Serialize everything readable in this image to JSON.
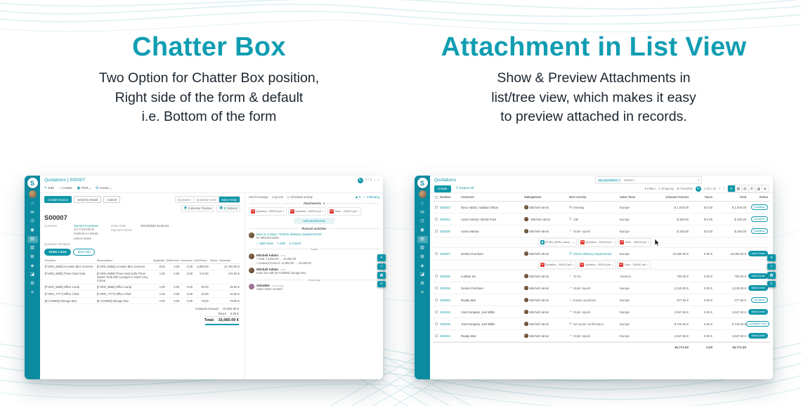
{
  "hero": {
    "left": {
      "title": "Chatter Box",
      "line1": "Two Option for Chatter Box position,",
      "line2": "Right side of the form & default",
      "line3": "i.e. Bottom of the form"
    },
    "right": {
      "title": "Attachment in List View",
      "line1": "Show & Preview Attachments in",
      "line2": "list/tree view, which makes it easy",
      "line3": "to preview attached in records."
    }
  },
  "sidebar": {
    "logo": "S",
    "icons": [
      "⌂",
      "✉",
      "◷",
      "◉",
      "▤",
      "▥",
      "⊞",
      "◈",
      "◪",
      "⚙",
      "≡"
    ]
  },
  "icons": {
    "sync": "↻",
    "prev": "‹",
    "next": "›",
    "edit": "✎",
    "plus": "+",
    "print": "▣",
    "gear": "⚙",
    "caret": "▾",
    "search": "⌕",
    "close": "×",
    "clock": "◷",
    "followers": "◉",
    "check": "✓",
    "export": "↥",
    "filter": "▾",
    "group_by": "≡",
    "star": "★",
    "list_view": "≡",
    "kanban_view": "▦",
    "calendar_view": "▤",
    "pivot_view": "⊞",
    "graph_view": "◪",
    "map_view": "◈",
    "pdf": "PDF",
    "image": "▣",
    "bullet": "•",
    "cancel": "⊘",
    "eye": "◉",
    "truck": "▣",
    "fab_star": "✦",
    "fab_search": "⌕",
    "fab_grid": "▦",
    "fab_menu": "≡"
  },
  "form_view": {
    "breadcrumb": "Quotations | S00007",
    "toolbar": {
      "edit": "Edit",
      "create": "Create",
      "print": "Print",
      "action": "Action",
      "pager": "1 / 1"
    },
    "header_buttons": {
      "create_invoice": "Create Invoice",
      "send_by_email": "Send by Email",
      "cancel": "Cancel"
    },
    "statusbar": {
      "s1": "Quotation",
      "s2": "Quotation Sent",
      "s3": "Sales Order"
    },
    "smart_buttons": {
      "preview": "Customer Preview",
      "count": "2",
      "delivery": "Delivery"
    },
    "record": {
      "name": "S00007",
      "customer_label": "Customer",
      "customer": "Gemini Furniture",
      "address1": "317 Fairchild Dr",
      "address2": "Fairfield CA 94535",
      "address3": "United States",
      "order_date_label": "Order Date",
      "order_date": "10/12/2022 11:00:23",
      "payment_terms_label": "Payment Terms",
      "template_label": "Quotation Template"
    },
    "tabs": {
      "t1": "Order Lines",
      "t2": "Misc Info"
    },
    "lines": {
      "headers": [
        "Product",
        "Description",
        "Quantity",
        "Delivered",
        "Invoiced",
        "Unit Price",
        "Taxes",
        "Subtotal"
      ],
      "rows": [
        {
          "p": "[FURN_6666] Acoustic Bloc Screens",
          "d": "[FURN_6666] Acoustic Bloc Screens",
          "q": "5.00",
          "dl": "0.00",
          "inv": "0.00",
          "up": "2,950.00",
          "tx": "",
          "st": "14,750.00 €"
        },
        {
          "p": "[FURN_8999] Three-Seat Sofa",
          "d": "[FURN_8999] Three-Seat Sofa Three Seater Sofa with Lounger in Steel Grey Colour",
          "q": "1.00",
          "dl": "0.00",
          "inv": "0.00",
          "up": "170.00",
          "tx": "",
          "st": "170.00 €"
        },
        {
          "p": "[FURN_8888] Office Lamp",
          "d": "[FURN_8888] Office Lamp",
          "q": "1.00",
          "dl": "0.00",
          "inv": "0.00",
          "up": "45.00",
          "tx": "",
          "st": "45.00 €"
        },
        {
          "p": "[FURN_7777] Office Chair",
          "d": "[FURN_7777] Office Chair",
          "q": "1.00",
          "dl": "0.00",
          "inv": "0.00",
          "up": "16.00",
          "tx": "",
          "st": "16.00 €"
        },
        {
          "p": "[E-COM08] Storage Box",
          "d": "[E-COM08] Storage Box",
          "q": "1.00",
          "dl": "0.00",
          "inv": "0.00",
          "up": "79.00",
          "tx": "",
          "st": "79.00 €"
        }
      ]
    },
    "totals": {
      "untaxed_label": "Untaxed Amount:",
      "untaxed": "15,060.00 €",
      "taxes_label": "Taxes:",
      "taxes": "0.00 €",
      "total_label": "Total:",
      "total": "15,060.00 €"
    }
  },
  "chatter": {
    "send_message": "Send message",
    "log_note": "Log note",
    "schedule_activity": "Schedule activity",
    "followers_count": "0",
    "following": "Following",
    "attachments_label": "Attachments",
    "attachments": [
      "Quotation - S00023.pdf",
      "Quotation - S00010.pdf",
      "Order - S00007.pdf"
    ],
    "add_attachments": "Add attachments",
    "planned_activities": "Planned activities",
    "activity": {
      "summary": "Due in 4 days: “Check delivery requirements”",
      "assignee": "for Mitchell Admin",
      "mark_done": "Mark Done",
      "edit": "Edit",
      "cancel": "Cancel"
    },
    "today": "Today",
    "messages": [
      {
        "author": "Mitchell Admin",
        "time": "- now",
        "line1": "Total: 14,950.00 → 15,060.00",
        "line2": "Untaxed Amount: 14,950.00 → 15,060.00"
      },
      {
        "author": "Mitchell Admin",
        "time": "- now",
        "line1": "Extra line with [E-COM08] Storage Box"
      }
    ],
    "yesterday": "Yesterday",
    "bot": {
      "author": "OdooBot",
      "time": "- yesterday",
      "line1": "Sales Order created"
    }
  },
  "list_view": {
    "breadcrumb": "Quotations",
    "search": {
      "facet": "My Quotations",
      "placeholder": "Search..."
    },
    "toolbar": {
      "create": "Create",
      "export_all": "Export All",
      "filters": "Filters",
      "group_by": "Group By",
      "favorites": "Favorites",
      "pager": "1-10 / 10"
    },
    "headers": {
      "number": "Number",
      "customer": "Customer",
      "salesperson": "Salesperson",
      "activity": "Next Activity",
      "team": "Sales Team",
      "untaxed": "Untaxed Amount",
      "taxes": "Taxes",
      "total": "Total",
      "status": "Status"
    },
    "rows": [
      {
        "num": "S00023",
        "cust": "Deco Addict, Addison Olson",
        "sp": "Mitchell Admin",
        "aicon": "▤",
        "act": "Meeting",
        "team": "Europe",
        "unt": "$ 1,878.00",
        "tax": "$ 0.00",
        "tot": "$ 1,878.00",
        "status": "Quotation"
      },
      {
        "num": "S00022",
        "cust": "Azure Interior, Nicole Ford",
        "sp": "Mitchell Admin",
        "aicon": "✆",
        "act": "Call",
        "team": "Europe",
        "unt": "$ 320.00",
        "tax": "$ 0.00",
        "tot": "$ 320.00",
        "status": "Quotation"
      },
      {
        "num": "S00025",
        "cust": "Azure Interior",
        "sp": "Mitchell Admin",
        "aicon": "↗",
        "act": "Order Upsell",
        "team": "Europe",
        "unt": "$ 346.00",
        "tax": "$ 0.00",
        "tot": "$ 346.00",
        "status": "Quotation"
      },
      {
        "num": "S00007",
        "cust": "Gemini Furniture",
        "sp": "Mitchell Admin",
        "aicon": "☑",
        "act": "Check delivery requirements",
        "team": "Europe",
        "unt": "15,060.00 €",
        "tax": "0.00 €",
        "tot": "15,060.00 €",
        "status": "Sales Order"
      },
      {
        "num": "S00006",
        "cust": "Lumber Inc",
        "sp": "Mitchell Admin",
        "aicon": "✓",
        "act": "To Do",
        "team": "America",
        "unt": "750.00 €",
        "tax": "0.00 €",
        "tot": "750.00 €",
        "status": "Sales Order"
      },
      {
        "num": "S00008",
        "cust": "Gemini Furniture",
        "sp": "Mitchell Admin",
        "aicon": "↗",
        "act": "Order Upsell",
        "team": "Europe",
        "unt": "2,240.00 €",
        "tax": "0.00 €",
        "tot": "2,240.00 €",
        "status": "Sales Order"
      },
      {
        "num": "S00003",
        "cust": "Ready Mat",
        "sp": "Mitchell Admin",
        "aicon": "?",
        "act": "Answer questions",
        "team": "Europe",
        "unt": "377.50 €",
        "tax": "0.00 €",
        "tot": "377.50 €",
        "status": "Quotation"
      },
      {
        "num": "S00019",
        "cust": "YourCompany, Joel Willis",
        "sp": "Mitchell Admin",
        "aicon": "↗",
        "act": "Order Upsell",
        "team": "Europe",
        "unt": "2,947.50 €",
        "tax": "0.00 €",
        "tot": "2,947.50 €",
        "status": "Sales Order"
      },
      {
        "num": "S00018",
        "cust": "YourCompany, Joel Willis",
        "sp": "Mitchell Admin",
        "aicon": "✉",
        "act": "Get quote confirmation",
        "team": "Europe",
        "unt": "9,740.00 €",
        "tax": "0.00 €",
        "tot": "9,740.00 €",
        "status": "Quotation Sent"
      },
      {
        "num": "S00002",
        "cust": "Ready Mat",
        "sp": "Mitchell Admin",
        "aicon": "↗",
        "act": "Order Upsell",
        "team": "Europe",
        "unt": "2,947.50 €",
        "tax": "0.00 €",
        "tot": "2,947.50 €",
        "status": "Sales Order"
      }
    ],
    "attach_row1": [
      "[FURN_8999] Custom...",
      "Quotation - S00023.pdf",
      "Order - S00019.pdf"
    ],
    "attach_row2": [
      "Quotation - S00023.pdf",
      "Quotation - S00010.pdf",
      "Order - S00007.pdf"
    ],
    "footer": {
      "untaxed": "36,771.50",
      "taxes": "0.00",
      "total": "36,771.50"
    }
  }
}
